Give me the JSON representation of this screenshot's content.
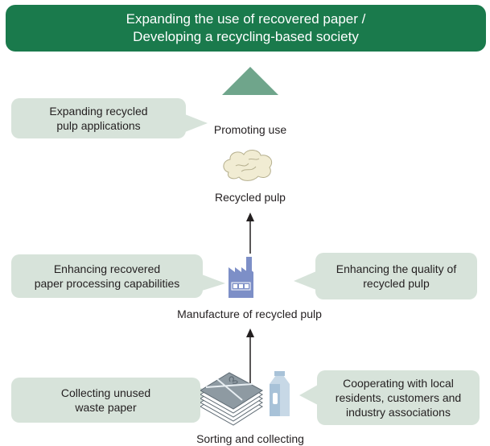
{
  "banner": {
    "line1": "Expanding the use of recovered paper /",
    "line2": "Developing a recycling-based society"
  },
  "callouts": {
    "expanding_pulp": {
      "line1": "Expanding recycled",
      "line2": "pulp applications"
    },
    "processing": {
      "line1": "Enhancing recovered",
      "line2": "paper processing capabilities"
    },
    "quality": {
      "line1": "Enhancing the quality of",
      "line2": "recycled pulp"
    },
    "collecting": {
      "line1": "Collecting unused",
      "line2": "waste paper"
    },
    "cooperating": {
      "line1": "Cooperating with local",
      "line2": "residents, customers and",
      "line3": "industry associations"
    }
  },
  "labels": {
    "promoting_use": "Promoting use",
    "recycled_pulp": "Recycled pulp",
    "manufacture": "Manufacture of recycled pulp",
    "sorting": "Sorting and collecting"
  },
  "colors": {
    "banner": "#1a7a4c",
    "triangle": "#6fa58b",
    "callout": "#d7e3da",
    "factory": "#7d8fc7"
  },
  "icons": [
    "up-triangle-icon",
    "pulp-cloud-icon",
    "factory-icon",
    "newspaper-bundle-icon",
    "milk-carton-icon"
  ]
}
